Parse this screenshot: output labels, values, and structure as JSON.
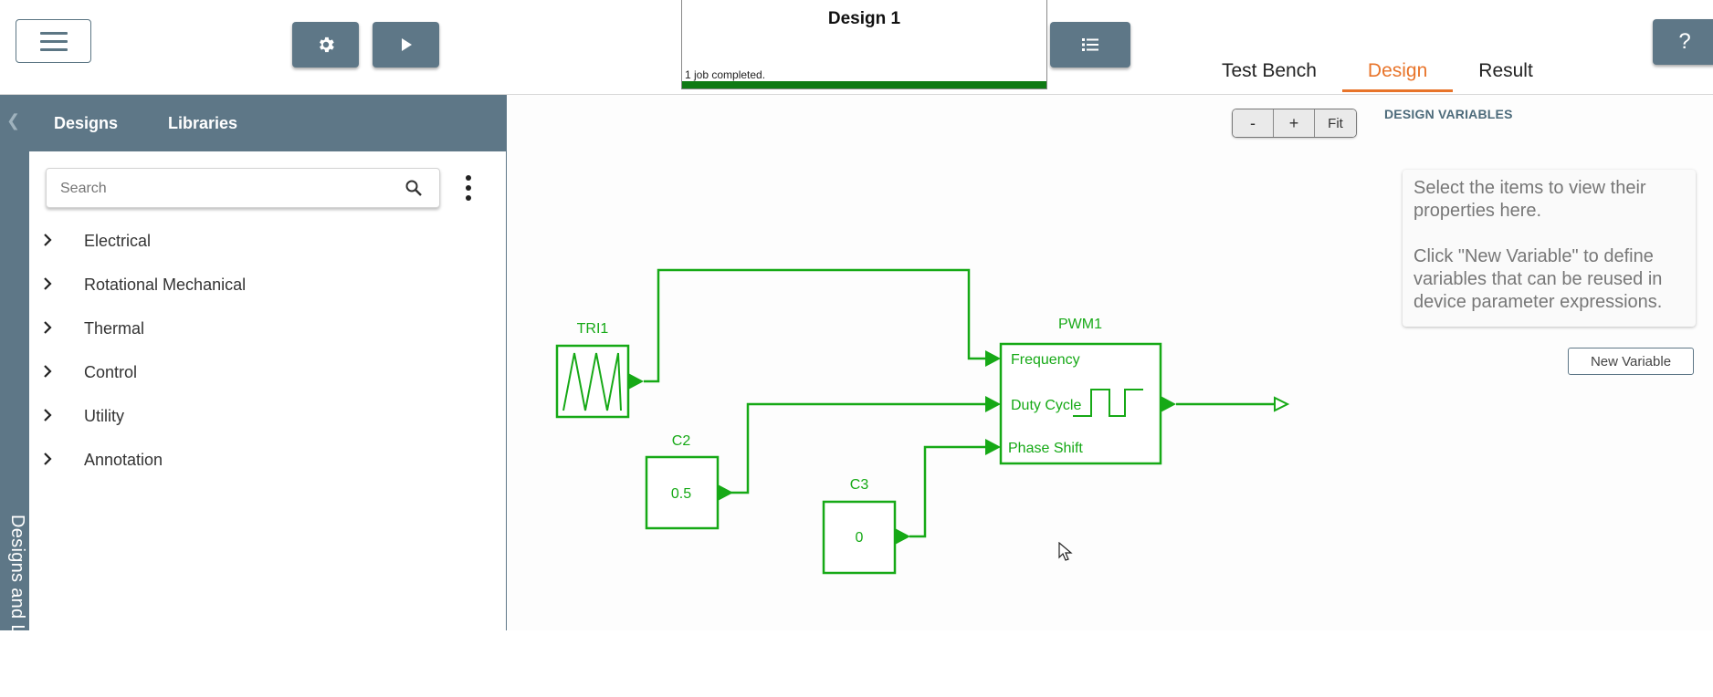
{
  "app": {
    "design_title": "Design 1",
    "job_status": "1 job completed.",
    "job_progress": 1.0
  },
  "toolbar": {
    "menu_icon": "hamburger-icon",
    "settings_icon": "gear-icon",
    "run_icon": "play-icon",
    "list_icon": "list-icon",
    "help_label": "?"
  },
  "tabs": [
    {
      "label": "Test Bench",
      "active": false
    },
    {
      "label": "Design",
      "active": true
    },
    {
      "label": "Result",
      "active": false
    }
  ],
  "left_panel": {
    "vertical_label": "Designs and Libraries",
    "tabs": [
      "Designs",
      "Libraries"
    ],
    "search_placeholder": "Search",
    "categories": [
      "Electrical",
      "Rotational Mechanical",
      "Thermal",
      "Control",
      "Utility",
      "Annotation"
    ]
  },
  "canvas": {
    "zoom_out": "-",
    "zoom_in": "+",
    "fit": "Fit",
    "blocks": {
      "tri1": {
        "name": "TRI1"
      },
      "c2": {
        "name": "C2",
        "value": "0.5"
      },
      "c3": {
        "name": "C3",
        "value": "0"
      },
      "pwm1": {
        "name": "PWM1",
        "ports": [
          "Frequency",
          "Duty Cycle",
          "Phase Shift"
        ]
      }
    }
  },
  "design_variables": {
    "title": "DESIGN VARIABLES",
    "info_line1": "Select the items to view their properties here.",
    "info_line2": "Click \"New Variable\" to define variables that can be reused in device parameter expressions.",
    "new_variable_label": "New Variable"
  },
  "colors": {
    "accent": "#e8742a",
    "panel": "#5e7787",
    "wire": "#16a916",
    "progress": "#0f7a14"
  }
}
